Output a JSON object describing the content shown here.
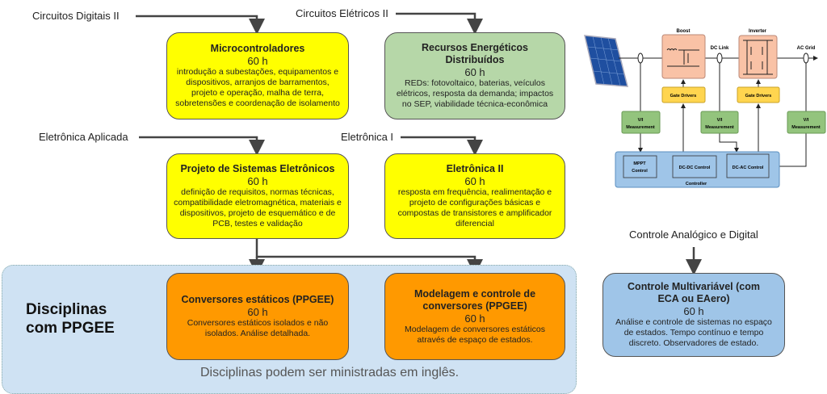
{
  "prerequisites": {
    "circuitos_digitais": "Circuitos Digitais II",
    "circuitos_eletricos": "Circuitos Elétricos II",
    "eletronica_aplicada": "Eletrônica Aplicada",
    "eletronica_i": "Eletrônica I",
    "controle_analogico": "Controle Analógico e Digital"
  },
  "courses": {
    "microcontroladores": {
      "title": "Microcontroladores",
      "hours": "60 h",
      "desc": "introdução a subestações, equipamentos e dispositivos, arranjos de barramentos, projeto e operação, malha de terra, sobretensões e coordenação de isolamento"
    },
    "recursos": {
      "title": "Recursos Energéticos Distribuídos",
      "hours": "60 h",
      "desc": "REDs: fotovoltaico, baterias, veículos elétricos, resposta da demanda; impactos no SEP, viabilidade técnica-econômica"
    },
    "projeto": {
      "title": "Projeto de Sistemas Eletrônicos",
      "hours": "60 h",
      "desc": "definição de requisitos, normas técnicas, compatibilidade eletromagnética, materiais e dispositivos, projeto de esquemático e de PCB, testes e validação"
    },
    "eletronica_ii": {
      "title": "Eletrônica II",
      "hours": "60 h",
      "desc": "resposta em frequência, realimentação e projeto de configurações básicas e compostas de transistores e amplificador diferencial"
    },
    "conversores": {
      "title": "Conversores estáticos (PPGEE)",
      "hours": "60 h",
      "desc": "Conversores estáticos isolados e não isolados. Análise detalhada."
    },
    "modelagem": {
      "title": "Modelagem e controle de conversores (PPGEE)",
      "hours": "60 h",
      "desc": "Modelagem de conversores estáticos através de espaço de estados."
    },
    "multivariavel": {
      "title": "Controle Multivariável (com ECA ou EAero)",
      "hours": "60 h",
      "desc": "Análise e controle de sistemas no espaço de estados. Tempo contínuo e tempo discreto. Observadores de estado."
    }
  },
  "region": {
    "title": "Disciplinas com PPGEE",
    "note": "Disciplinas podem ser ministradas em inglês."
  },
  "pv_diagram": {
    "boost": "Boost",
    "inverter": "Inverter",
    "dc_link": "DC Link",
    "ac_grid": "AC Grid",
    "gate_drivers": "Gate Drivers",
    "vi": "V/I",
    "measurement": "Measurement",
    "mppt": "MPPT",
    "control": "Control",
    "dcdc": "DC-DC Control",
    "dcac": "DC-AC Control",
    "controller": "Controller",
    "colors": {
      "converter": "#f9c2a6",
      "driver": "#ffd54f",
      "measure": "#93c47d",
      "controller": "#9fc5e8"
    }
  }
}
